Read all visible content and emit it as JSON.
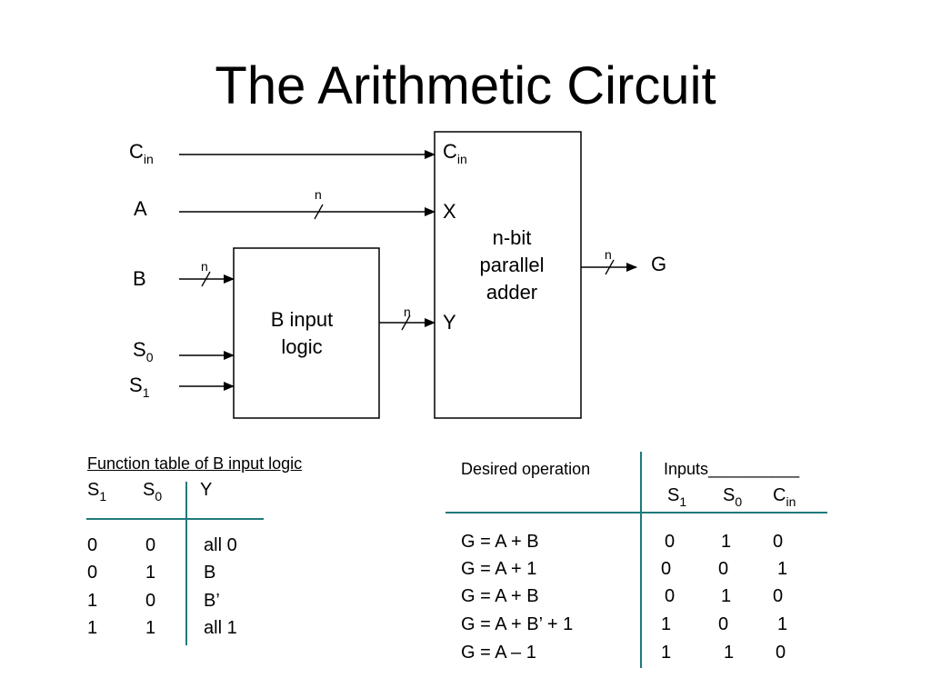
{
  "title": "The Arithmetic Circuit",
  "diagram": {
    "inputs": {
      "cin": {
        "main": "C",
        "sub": "in"
      },
      "a": "A",
      "b": "B",
      "s0": {
        "main": "S",
        "sub": "0"
      },
      "s1": {
        "main": "S",
        "sub": "1"
      }
    },
    "bus_width": "n",
    "b_logic_block": {
      "line1": "B input",
      "line2": "logic"
    },
    "adder_block": {
      "cin": {
        "main": "C",
        "sub": "in"
      },
      "x": "X",
      "y": "Y",
      "line1": "n-bit",
      "line2": "parallel",
      "line3": "adder"
    },
    "output": "G"
  },
  "function_table": {
    "caption": "Function table of B input logic",
    "headers": [
      {
        "main": "S",
        "sub": "1"
      },
      {
        "main": "S",
        "sub": "0"
      },
      {
        "main": "Y",
        "sub": ""
      }
    ],
    "rows": [
      [
        "0",
        "0",
        "all 0"
      ],
      [
        "0",
        "1",
        "B"
      ],
      [
        "1",
        "0",
        "B’"
      ],
      [
        "1",
        "1",
        "all 1"
      ]
    ]
  },
  "operations_table": {
    "col1_header": "Desired operation",
    "col2_header": "Inputs__________",
    "input_headers": [
      {
        "main": "S",
        "sub": "1"
      },
      {
        "main": "S",
        "sub": "0"
      },
      {
        "main": "C",
        "sub": "in"
      }
    ],
    "rows": [
      {
        "op": "G = A + B",
        "s1": "0",
        "s0": "1",
        "cin": "0"
      },
      {
        "op": "G = A + 1",
        "s1": "0",
        "s0": "0",
        "cin": "1"
      },
      {
        "op": "G = A + B",
        "s1": "0",
        "s0": "1",
        "cin": "0"
      },
      {
        "op": "G = A + B’ + 1",
        "s1": "1",
        "s0": "0",
        "cin": "1"
      },
      {
        "op": "G = A – 1",
        "s1": "1",
        "s0": "1",
        "cin": "0"
      }
    ]
  },
  "colors": {
    "rule": "#1f7a7a",
    "ink": "#000000"
  }
}
